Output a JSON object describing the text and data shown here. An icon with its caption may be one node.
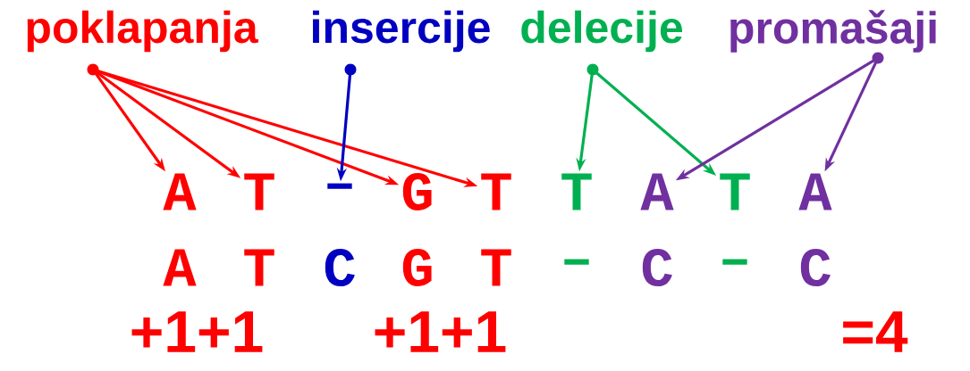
{
  "diagram": {
    "nodes": [
      {
        "text": [
          "poklapanja"
        ]
      },
      {
        "text": [
          "insercije"
        ]
      },
      {
        "text": [
          "delecije"
        ]
      },
      {
        "text": [
          "promašaji"
        ]
      },
      {
        "text": [
          "A"
        ]
      },
      {
        "text": [
          "T"
        ]
      },
      {
        "text": [
          "–"
        ]
      },
      {
        "text": [
          "G"
        ]
      },
      {
        "text": [
          "T"
        ]
      },
      {
        "text": [
          "T"
        ]
      },
      {
        "text": [
          "A"
        ]
      },
      {
        "text": [
          "T"
        ]
      },
      {
        "text": [
          "A"
        ]
      }
    ],
    "edges": [
      {
        "from": 0,
        "to": 4,
        "arrow": "to"
      },
      {
        "from": 0,
        "to": 5,
        "arrow": "to"
      },
      {
        "from": 0,
        "to": 7,
        "arrow": "to"
      },
      {
        "from": 0,
        "to": 8,
        "arrow": "to"
      },
      {
        "from": 1,
        "to": 6,
        "arrow": "to",
        "color": "#0000c0"
      },
      {
        "from": 2,
        "to": 9,
        "arrow": "to",
        "color": "#00b050"
      },
      {
        "from": 2,
        "to": 11,
        "arrow": "to",
        "color": "#00b050"
      },
      {
        "from": 3,
        "to": 10,
        "arrow": "to",
        "color": "#7030a0"
      },
      {
        "from": 3,
        "to": 12,
        "arrow": "to",
        "color": "#7030a0"
      }
    ],
    "labels": [
      "A",
      "T",
      "C",
      "G",
      "T",
      "–",
      "C",
      "–",
      "C",
      "+1+1",
      "+1+1",
      "=4"
    ]
  }
}
